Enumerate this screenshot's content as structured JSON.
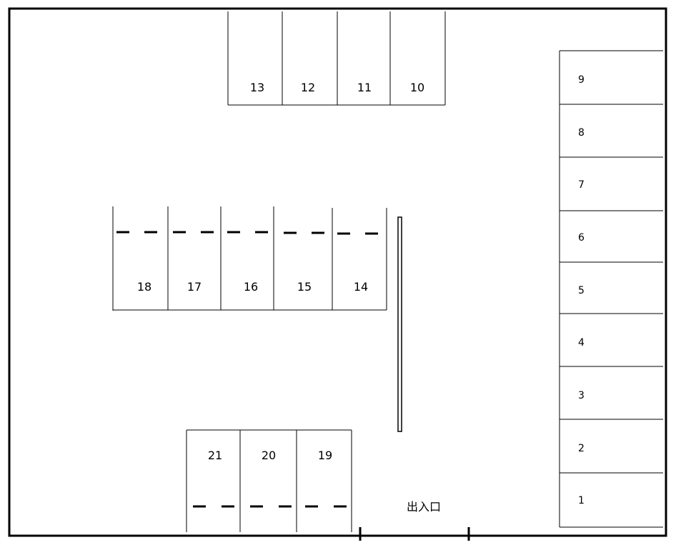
{
  "lot": {
    "entrance_label": "出入口",
    "top_row": [
      "13",
      "12",
      "11",
      "10"
    ],
    "right_column": [
      "9",
      "8",
      "7",
      "6",
      "5",
      "4",
      "3",
      "2",
      "1"
    ],
    "middle_row": [
      "18",
      "17",
      "16",
      "15",
      "14"
    ],
    "bottom_row": [
      "21",
      "20",
      "19"
    ]
  }
}
